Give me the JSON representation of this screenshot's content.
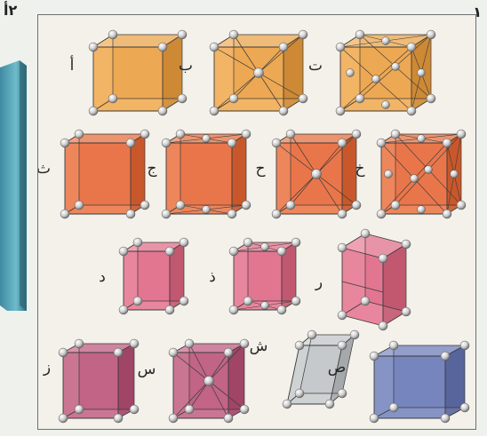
{
  "corner_labels": {
    "left": "٢أ",
    "right": "١"
  },
  "colors": {
    "orange": "#f09a2e",
    "orange_red": "#ea5a22",
    "pink": "#e25a7c",
    "magenta": "#b8436e",
    "gray": "#bfc3c6",
    "blue": "#5a6cb4",
    "slab": "#4f9fb2"
  },
  "crystal_cells": [
    {
      "letter": "أ",
      "color": "orange",
      "shape": "cube",
      "centering": "none"
    },
    {
      "letter": "ب",
      "color": "orange",
      "shape": "cube",
      "centering": "body"
    },
    {
      "letter": "ت",
      "color": "orange",
      "shape": "cube",
      "centering": "face"
    },
    {
      "letter": "ث",
      "color": "orange_red",
      "shape": "tetragonal",
      "centering": "none"
    },
    {
      "letter": "ج",
      "color": "orange_red",
      "shape": "tetragonal",
      "centering": "base"
    },
    {
      "letter": "ح",
      "color": "orange_red",
      "shape": "tetragonal",
      "centering": "body"
    },
    {
      "letter": "خ",
      "color": "orange_red",
      "shape": "tetragonal",
      "centering": "face"
    },
    {
      "letter": "د",
      "color": "pink",
      "shape": "small",
      "centering": "none"
    },
    {
      "letter": "ذ",
      "color": "pink",
      "shape": "small",
      "centering": "base"
    },
    {
      "letter": "ر",
      "color": "pink",
      "shape": "hexagonal",
      "centering": "none"
    },
    {
      "letter": "ز",
      "color": "magenta",
      "shape": "tall",
      "centering": "none"
    },
    {
      "letter": "س",
      "color": "magenta",
      "shape": "tall",
      "centering": "body"
    },
    {
      "letter": "ش",
      "color": "gray",
      "shape": "rhombohedral",
      "centering": "none"
    },
    {
      "letter": "ص",
      "color": "blue",
      "shape": "wide",
      "centering": "none"
    }
  ]
}
